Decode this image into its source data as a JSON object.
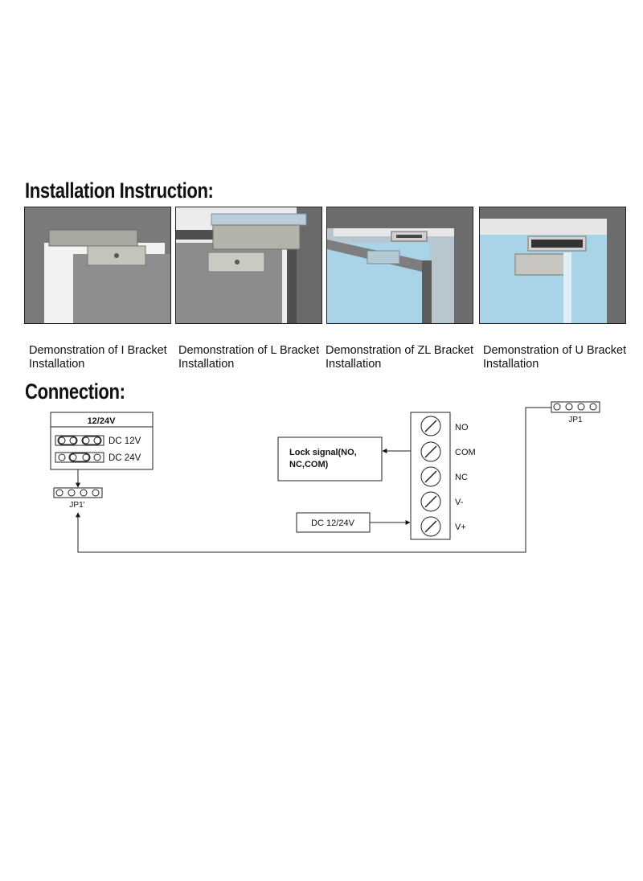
{
  "installation": {
    "heading": "Installation Instruction:",
    "panels": [
      {
        "caption_line1": "Demonstration of I Bracket",
        "caption_line2": "Installation"
      },
      {
        "caption_line1": "Demonstration of L Bracket",
        "caption_line2": "Installation"
      },
      {
        "caption_line1": "Demonstration of ZL Bracket",
        "caption_line2": "Installation"
      },
      {
        "caption_line1": "Demonstration of U Bracket",
        "caption_line2": "Installation"
      }
    ]
  },
  "connection": {
    "heading": "Connection:",
    "jumper_box": {
      "title": "12/24V",
      "option1": "DC 12V",
      "option2": "DC 24V"
    },
    "jp1_prime_label": "JP1'",
    "jp1_label": "JP1",
    "lock_signal_line1": "Lock signal(NO,",
    "lock_signal_line2": "NC,COM)",
    "dc_input": "DC 12/24V",
    "terminals": [
      "NO",
      "COM",
      "NC",
      "V-",
      "V+"
    ]
  },
  "colors": {
    "frame_gray": "#6f6f6f",
    "door_gray": "#8c8c8c",
    "glass_blue": "#a9d3e6",
    "bracket_silver": "#bdbdb6"
  }
}
